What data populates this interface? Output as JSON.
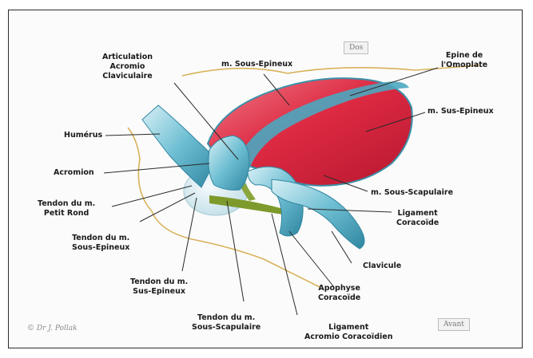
{
  "labels": {
    "articulation": [
      "Articulation",
      "Acromio",
      "Claviculaire"
    ],
    "sous_epineux_top": "m. Sous-Epineux",
    "epine": [
      "Epine de",
      "l'Omoplate"
    ],
    "humerus": "Humérus",
    "sus_epineux": "m. Sus-Epineux",
    "acromion": "Acromion",
    "tendon_petit_rond": [
      "Tendon du m.",
      "Petit Rond"
    ],
    "sous_scapulaire": "m. Sous-Scapulaire",
    "ligament_coracoide": [
      "Ligament",
      "Coracoïde"
    ],
    "tendon_sous_epineux": [
      "Tendon du m.",
      "Sous-Epineux"
    ],
    "clavicule": "Clavicule",
    "tendon_sus_epineux": [
      "Tendon du m.",
      "Sus-Epineux"
    ],
    "apophyse": [
      "Apophyse",
      "Coracoïde"
    ],
    "tendon_sous_scapulaire": [
      "Tendon du m.",
      "Sous-Scapulaire"
    ],
    "ligament_acromio": [
      "Ligament",
      "Acromio Coracoïdien"
    ]
  },
  "orientation": {
    "top": "Dos",
    "bottom": "Avant"
  },
  "signature": "© Dr J. Pollak",
  "colors": {
    "muscle": "#d8283f",
    "muscle_light": "#f06a7b",
    "bone": "#3f9fb8",
    "bone_light": "#cfeaf2",
    "ligament": "#7e9a2c",
    "skin_outline": "#d8b25a",
    "leader": "#2a2a2a"
  }
}
